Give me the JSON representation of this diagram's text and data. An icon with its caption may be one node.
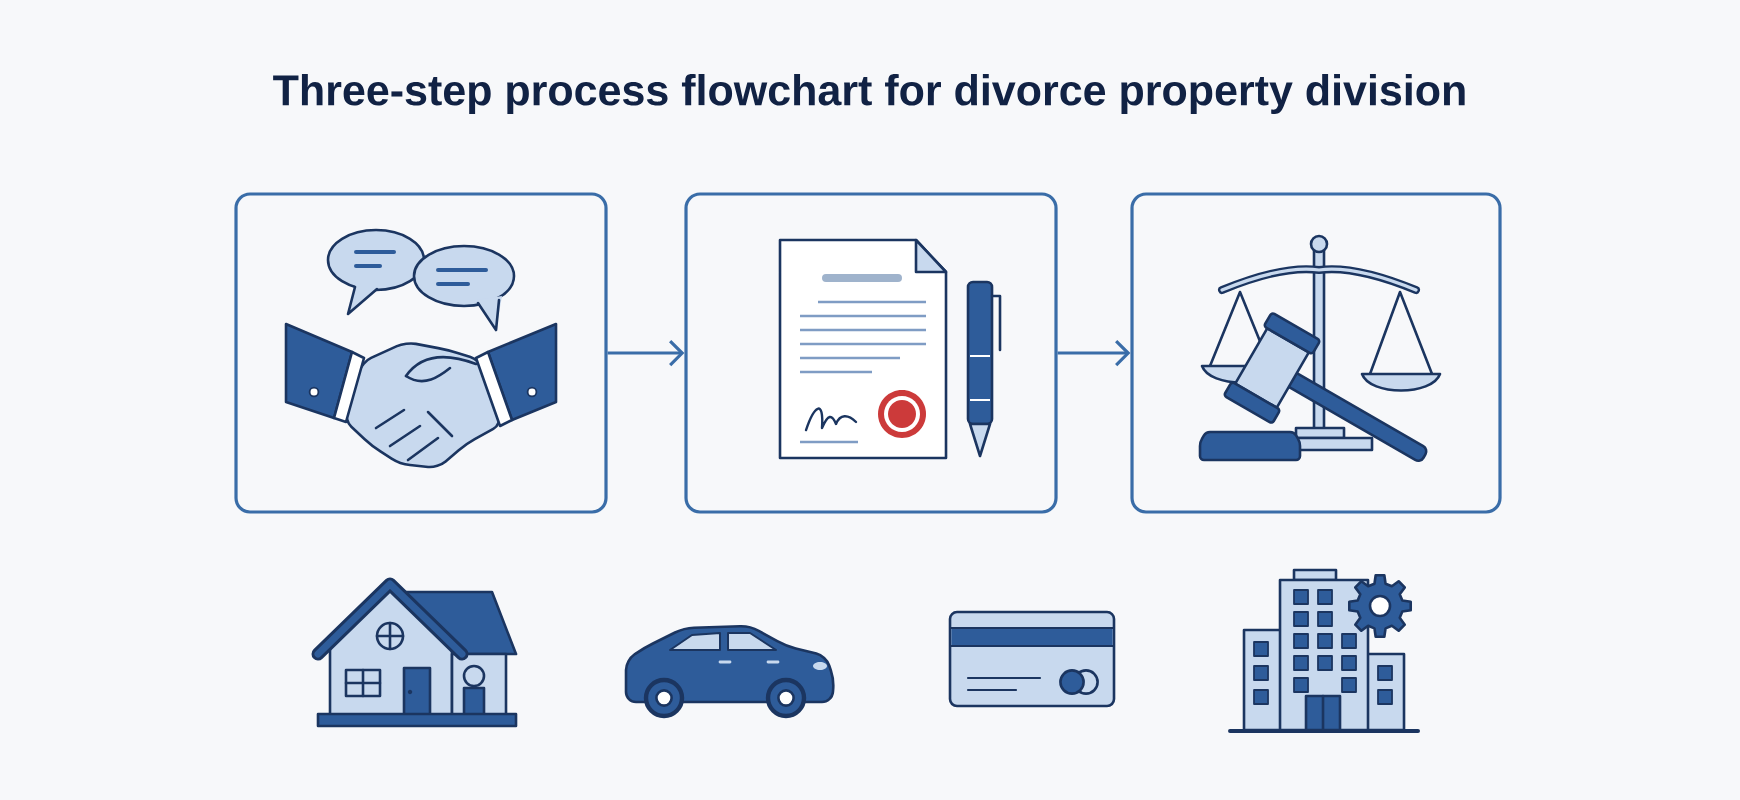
{
  "diagram": {
    "title": "Three-step process flowchart for divorce property division",
    "nodes": [
      {
        "text": [],
        "shape": "box"
      },
      {
        "text": [],
        "shape": "box"
      },
      {
        "text": [],
        "shape": "box"
      }
    ],
    "edges": [
      {
        "from": 0,
        "to": 1,
        "arrow": "to"
      },
      {
        "from": 1,
        "to": 2,
        "arrow": "to"
      }
    ]
  }
}
